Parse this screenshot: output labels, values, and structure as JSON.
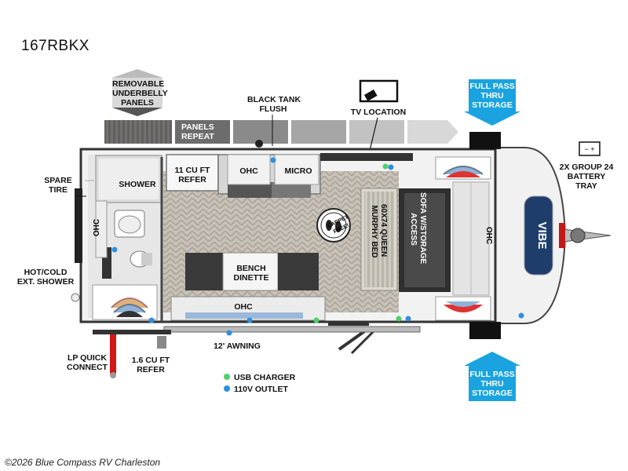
{
  "model": "167RBKX",
  "labels": {
    "removable_panels": [
      "REMOVABLE",
      "UNDERBELLY",
      "PANELS"
    ],
    "panels_repeat": [
      "PANELS",
      "REPEAT"
    ],
    "black_tank": [
      "BLACK TANK",
      "FLUSH"
    ],
    "tv_location": "TV LOCATION",
    "full_pass_top": [
      "FULL PASS",
      "THRU",
      "STORAGE"
    ],
    "full_pass_bottom": [
      "FULL PASS",
      "THRU",
      "STORAGE"
    ],
    "battery_tray": [
      "2X GROUP 24",
      "BATTERY",
      "TRAY"
    ],
    "spare_tire": [
      "SPARE",
      "TIRE"
    ],
    "hot_cold_shower": [
      "HOT/COLD",
      "EXT. SHOWER"
    ],
    "lp_quick_connect": [
      "LP QUICK",
      "CONNECT"
    ],
    "refer_small": [
      "1.6 CU FT",
      "REFER"
    ],
    "awning": "12' AWNING",
    "shower": "SHOWER",
    "ohc_bath": "OHC",
    "refer_large": [
      "11 CU FT",
      "REFER"
    ],
    "ohc_kitchen": "OHC",
    "micro": "MICRO",
    "bench_dinette": [
      "BENCH",
      "DINETTE"
    ],
    "ohc_dinette": "OHC",
    "carpet_free": [
      "CARPET",
      "FREE!"
    ],
    "murphy_bed": [
      "60X74 QUEEN",
      "MURPHY BED"
    ],
    "sofa": [
      "SOFA W/STORAGE",
      "ACCESS"
    ],
    "ohc_front": "OHC",
    "brand_badge": "VIBE",
    "battery_symbol": "− +"
  },
  "legend": [
    {
      "label": "USB CHARGER",
      "color": "#4fd06a"
    },
    {
      "label": "110V OUTLET",
      "color": "#2e8fe0"
    }
  ],
  "colors": {
    "storage_callout": "#1aa3e0",
    "usb": "#4fd06a",
    "outlet": "#2e8fe0",
    "hose_red": "#d01818"
  },
  "copyright": "©2026 Blue Compass RV Charleston"
}
